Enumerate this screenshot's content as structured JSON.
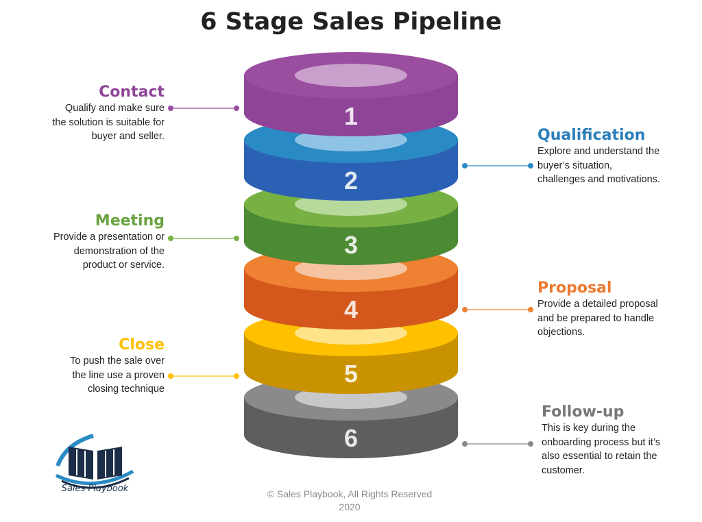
{
  "title": "6 Stage Sales Pipeline",
  "stages": [
    {
      "number": "1",
      "name": "Contact",
      "description": "Qualify and make sure the solution is suitable for buyer and seller.",
      "side": "left",
      "color": "#8e4598",
      "color_top": "#9a4e9f",
      "color_inner": "#c9a0cb"
    },
    {
      "number": "2",
      "name": "Qualification",
      "description": "Explore and understand the buyer’s situation, challenges and motivations.",
      "side": "right",
      "color": "#2b61b4",
      "color_top": "#2a8ac4",
      "color_inner": "#8fc3e6"
    },
    {
      "number": "3",
      "name": "Meeting",
      "description": "Provide a presentation or demonstration of the product or service.",
      "side": "left",
      "color": "#4c8a34",
      "color_top": "#78b143",
      "color_inner": "#b8d99c"
    },
    {
      "number": "4",
      "name": "Proposal",
      "description": "Provide a detailed proposal and be prepared to handle objections.",
      "side": "right",
      "color": "#d4581c",
      "color_top": "#ee8132",
      "color_inner": "#f6c3a0"
    },
    {
      "number": "5",
      "name": "Close",
      "description": "To push the sale over the line use a proven closing technique",
      "side": "left",
      "color": "#c99200",
      "color_top": "#ffc000",
      "color_inner": "#ffe38a"
    },
    {
      "number": "6",
      "name": "Follow-up",
      "description": "This is key during the onboarding  process but it’s also essential to retain the customer.",
      "side": "right",
      "color": "#5e5e5e",
      "color_top": "#8a8a8a",
      "color_inner": "#c8c8c8"
    }
  ],
  "title_colors": {
    "Contact": "#8e4598",
    "Qualification": "#2a7fb8",
    "Meeting": "#6aa33f",
    "Proposal": "#ec7a2f",
    "Close": "#ffc000",
    "Follow-up": "#777777"
  },
  "logo": {
    "text": "Sales Playbook",
    "color": "#1c2d48"
  },
  "footer": {
    "line1": "© Sales Playbook, All Rights Reserved",
    "line2": "2020"
  }
}
